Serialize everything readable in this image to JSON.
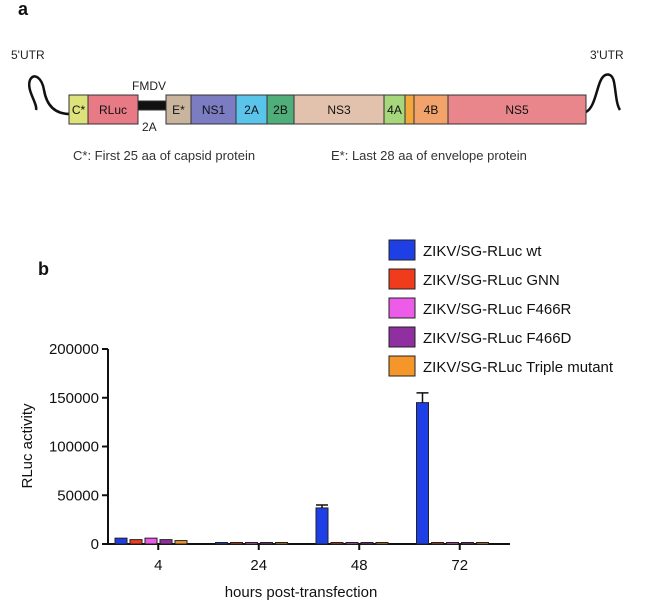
{
  "panel_a": {
    "label": "a",
    "utr5": "5'UTR",
    "utr3": "3'UTR",
    "fmdv": "FMDV",
    "fmdv_2a": "2A",
    "segments": [
      {
        "label": "C*",
        "color": "#dde37a"
      },
      {
        "label": "RLuc",
        "color": "#e87a85"
      },
      {
        "label": "",
        "color": "#111111"
      },
      {
        "label": "E*",
        "color": "#c9b49e"
      },
      {
        "label": "NS1",
        "color": "#7b7cc2"
      },
      {
        "label": "2A",
        "color": "#5bc4ea"
      },
      {
        "label": "2B",
        "color": "#4fae79"
      },
      {
        "label": "NS3",
        "color": "#e2c2ad"
      },
      {
        "label": "4A",
        "color": "#a6d77c"
      },
      {
        "label": "",
        "color": "#f2a83b"
      },
      {
        "label": "4B",
        "color": "#f2a26b"
      },
      {
        "label": "NS5",
        "color": "#e9868b"
      }
    ],
    "note_c": "C*: First 25 aa of capsid protein",
    "note_e": "E*: Last 28 aa of envelope protein"
  },
  "panel_b": {
    "label": "b"
  },
  "chart_data": {
    "type": "bar",
    "xlabel": "hours post-transfection",
    "ylabel": "RLuc activity",
    "categories": [
      "4",
      "24",
      "48",
      "72"
    ],
    "ylim": [
      0,
      200000
    ],
    "yticks": [
      "0",
      "50000",
      "100000",
      "150000",
      "200000"
    ],
    "ytick_values": [
      0,
      50000,
      100000,
      150000,
      200000
    ],
    "legend_position": "top-right",
    "series": [
      {
        "name": "ZIKV/SG-RLuc wt",
        "color": "#1f3fe6",
        "values": [
          6000,
          1500,
          37000,
          145000
        ],
        "errors": [
          600,
          200,
          3000,
          10000
        ]
      },
      {
        "name": "ZIKV/SG-RLuc GNN",
        "color": "#f03c1c",
        "values": [
          4500,
          1200,
          800,
          700
        ],
        "errors": [
          400,
          150,
          100,
          100
        ]
      },
      {
        "name": "ZIKV/SG-RLuc F466R",
        "color": "#ec5ce8",
        "values": [
          6000,
          1300,
          900,
          800
        ],
        "errors": [
          500,
          150,
          100,
          100
        ]
      },
      {
        "name": "ZIKV/SG-RLuc F466D",
        "color": "#8f2fa0",
        "values": [
          4500,
          1200,
          800,
          700
        ],
        "errors": [
          400,
          150,
          100,
          100
        ]
      },
      {
        "name": "ZIKV/SG-RLuc Triple mutant",
        "color": "#f5962b",
        "values": [
          3500,
          1100,
          700,
          600
        ],
        "errors": [
          300,
          150,
          100,
          100
        ]
      }
    ]
  }
}
